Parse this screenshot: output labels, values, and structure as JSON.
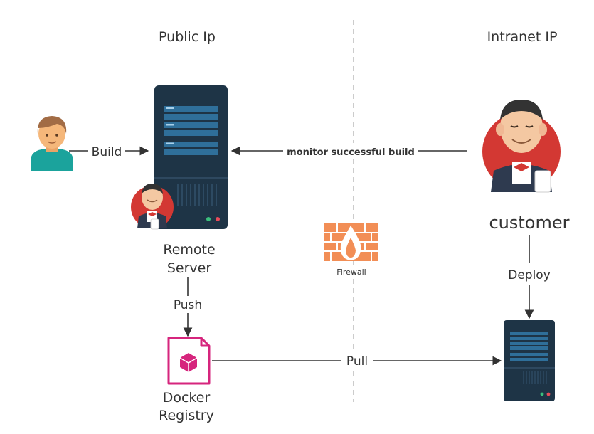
{
  "zones": {
    "public": "Public Ip",
    "intranet": "Intranet IP"
  },
  "nodes": {
    "developer": {
      "icon": "person-icon"
    },
    "remote_server": {
      "label_line1": "Remote",
      "label_line2": "Server",
      "icon": "server-icon"
    },
    "customer": {
      "label": "customer",
      "icon": "jenkins-butler-icon"
    },
    "firewall": {
      "label": "Firewall",
      "icon": "firewall-icon"
    },
    "docker_registry": {
      "label_line1": "Docker",
      "label_line2": "Registry",
      "icon": "registry-icon"
    },
    "intranet_server": {
      "icon": "server-icon"
    }
  },
  "edges": {
    "build": "Build",
    "monitor": "monitor successful build",
    "push": "Push",
    "pull": "Pull",
    "deploy": "Deploy"
  },
  "colors": {
    "server_body": "#1e3446",
    "server_slot": "#2f6f9a",
    "jenkins_red": "#d33833",
    "firewall_orange": "#f28e56",
    "registry_pink": "#d6257d",
    "person_skin": "#f5b77a",
    "person_shirt": "#1ba39c"
  }
}
